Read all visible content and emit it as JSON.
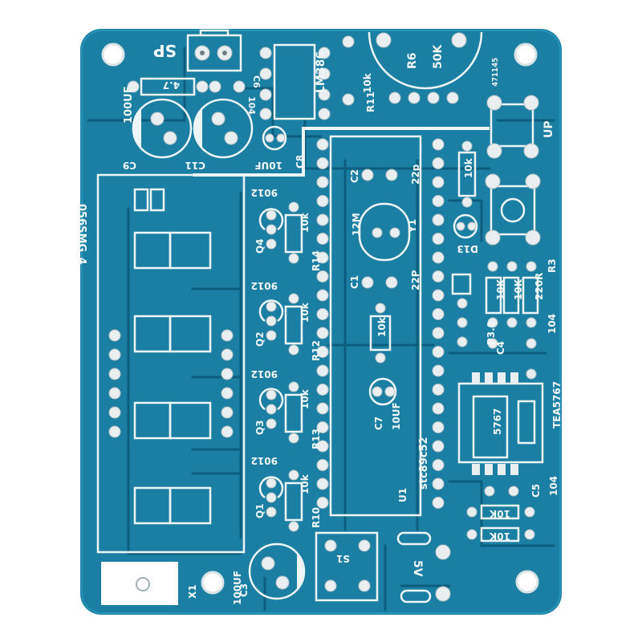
{
  "board": {
    "color": "#1b7fa3",
    "trace_color": "#0d5e7c",
    "silk_color": "#f2f7f8",
    "pad_color": "#e9eef0"
  },
  "labels": {
    "sp": "SP",
    "lm386": "LM386",
    "r6": "R6",
    "r6_value": "50K",
    "batch": "471145",
    "up": "UP",
    "cap_100uf_top": "100UF",
    "c9": "C9",
    "c11": "C11",
    "c6_value": "104",
    "c6": "C6",
    "r_4_7": "4.7",
    "r11": "R11",
    "r11_value": "10k",
    "c8": "C8",
    "c8_value": "10UF",
    "display": "056SMG_4",
    "q4": "Q4",
    "q2": "Q2",
    "q3": "Q3",
    "q1": "Q1",
    "q_part": "9012",
    "r14": "R14",
    "r12": "R12",
    "r13": "R13",
    "r10": "R10",
    "r_10k": "10k",
    "c2": "C2",
    "c2_value": "22p",
    "c1": "C1",
    "c1_value": "22P",
    "y1": "Y1",
    "y1_value": "12M",
    "d13": "D13",
    "r3": "R3",
    "r3_value": "220R",
    "r_10K": "10K",
    "p3_0": "P3.0",
    "c4": "C4",
    "c4_value": "104",
    "tea5767": "TEA5767",
    "tea_module": "5767",
    "c7": "C7",
    "c7_value": "10UF",
    "u1_value": "stc89c52",
    "u1": "U1",
    "c5": "C5",
    "c5_value": "104",
    "res_10K_a": "10K",
    "res_10K_b": "10K",
    "s1": "S1",
    "c3_value": "100UF",
    "c3": "C3",
    "x1": "X1",
    "d5": "5V"
  }
}
